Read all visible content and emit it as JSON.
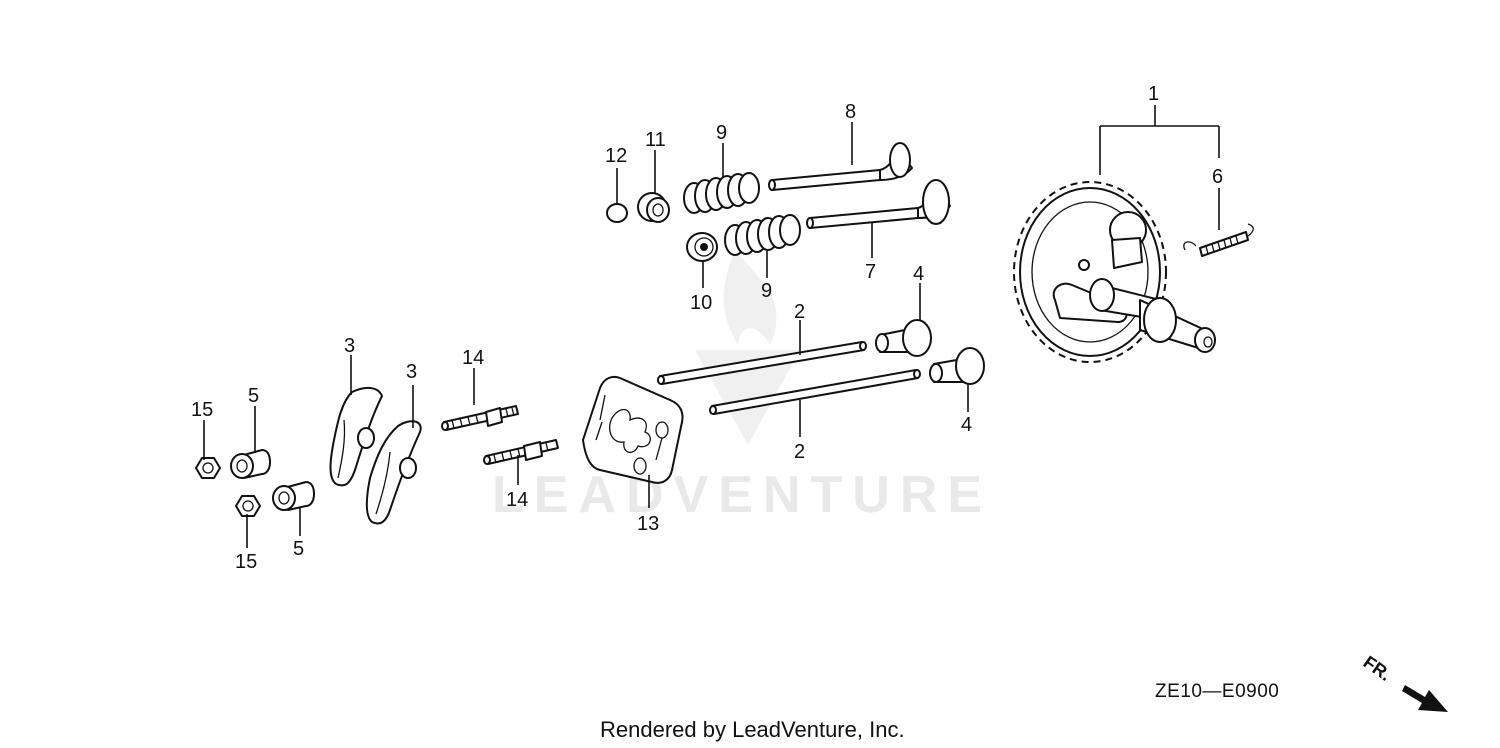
{
  "diagram": {
    "drawing_code": "ZE10—E0900",
    "footer": "Rendered by LeadVenture, Inc.",
    "watermark": "LEADVENTURE",
    "direction_label": "FR.",
    "callouts": [
      {
        "id": "c1",
        "label": "1"
      },
      {
        "id": "c2a",
        "label": "2"
      },
      {
        "id": "c2b",
        "label": "2"
      },
      {
        "id": "c3a",
        "label": "3"
      },
      {
        "id": "c3b",
        "label": "3"
      },
      {
        "id": "c4a",
        "label": "4"
      },
      {
        "id": "c4b",
        "label": "4"
      },
      {
        "id": "c5a",
        "label": "5"
      },
      {
        "id": "c5b",
        "label": "5"
      },
      {
        "id": "c6",
        "label": "6"
      },
      {
        "id": "c7",
        "label": "7"
      },
      {
        "id": "c8",
        "label": "8"
      },
      {
        "id": "c9a",
        "label": "9"
      },
      {
        "id": "c9b",
        "label": "9"
      },
      {
        "id": "c10",
        "label": "10"
      },
      {
        "id": "c11",
        "label": "11"
      },
      {
        "id": "c12",
        "label": "12"
      },
      {
        "id": "c13",
        "label": "13"
      },
      {
        "id": "c14a",
        "label": "14"
      },
      {
        "id": "c14b",
        "label": "14"
      },
      {
        "id": "c15a",
        "label": "15"
      },
      {
        "id": "c15b",
        "label": "15"
      }
    ]
  }
}
